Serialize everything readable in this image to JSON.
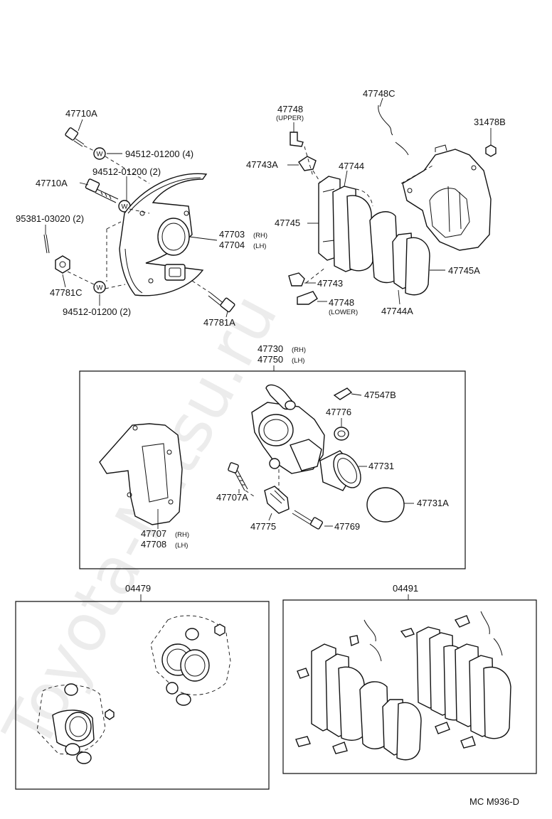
{
  "watermark": "Toyota-Mitsu.ru",
  "labels": {
    "p47710A_top": "47710A",
    "p94512_4": "94512-01200 (4)",
    "p94512_2_top": "94512-01200 (2)",
    "p47710A_mid": "47710A",
    "p95381": "95381-03020 (2)",
    "p47781C": "47781C",
    "p94512_2_bot": "94512-01200 (2)",
    "p47703": "47703",
    "p47703_side": "(RH)",
    "p47704": "47704",
    "p47704_side": "(LH)",
    "p47781A": "47781A",
    "p47748_upper": "47748",
    "p47748_upper_note": "(UPPER)",
    "p47748C": "47748C",
    "p31478B": "31478B",
    "p47743A": "47743A",
    "p47744": "47744",
    "p47745": "47745",
    "p47745A": "47745A",
    "p47743": "47743",
    "p47748_lower": "47748",
    "p47748_lower_note": "(LOWER)",
    "p47744A": "47744A",
    "p47730": "47730",
    "p47730_side": "(RH)",
    "p47750": "47750",
    "p47750_side": "(LH)",
    "p47547B": "47547B",
    "p47776": "47776",
    "p47731": "47731",
    "p47707A": "47707A",
    "p47775": "47775",
    "p47769": "47769",
    "p47731A": "47731A",
    "p47707": "47707",
    "p47707_side": "(RH)",
    "p47708": "47708",
    "p47708_side": "(LH)",
    "p04479": "04479",
    "p04491": "04491"
  },
  "washer_mark": "W",
  "diagram_code": "MC M936-D"
}
